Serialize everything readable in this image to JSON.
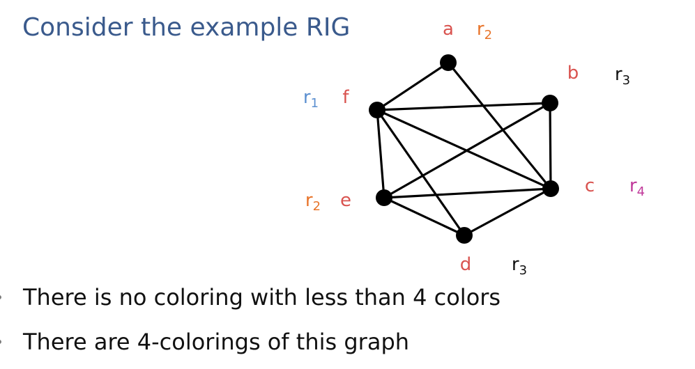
{
  "slide": {
    "title": "Consider the example RIG"
  },
  "graph": {
    "nodes": [
      {
        "id": "a",
        "register": "r",
        "register_sub": "2",
        "name_color": "#d9534f",
        "reg_color": "#e8742a"
      },
      {
        "id": "b",
        "register": "r",
        "register_sub": "3",
        "name_color": "#d9534f",
        "reg_color": "#111111"
      },
      {
        "id": "c",
        "register": "r",
        "register_sub": "4",
        "name_color": "#d9534f",
        "reg_color": "#c0399a"
      },
      {
        "id": "d",
        "register": "r",
        "register_sub": "3",
        "name_color": "#d9534f",
        "reg_color": "#111111"
      },
      {
        "id": "e",
        "register": "r",
        "register_sub": "2",
        "name_color": "#d9534f",
        "reg_color": "#e8742a"
      },
      {
        "id": "f",
        "register": "r",
        "register_sub": "1",
        "name_color": "#d9534f",
        "reg_color": "#5b8fd0"
      }
    ],
    "edges": [
      [
        "a",
        "f"
      ],
      [
        "a",
        "c"
      ],
      [
        "b",
        "f"
      ],
      [
        "b",
        "e"
      ],
      [
        "b",
        "c"
      ],
      [
        "f",
        "c"
      ],
      [
        "f",
        "e"
      ],
      [
        "f",
        "d"
      ],
      [
        "e",
        "c"
      ],
      [
        "e",
        "d"
      ],
      [
        "d",
        "c"
      ]
    ],
    "node_fill": "#000000",
    "edge_color": "#000000"
  },
  "bullets": [
    "There is no coloring with less than 4 colors",
    "There are 4-colorings of this graph"
  ]
}
